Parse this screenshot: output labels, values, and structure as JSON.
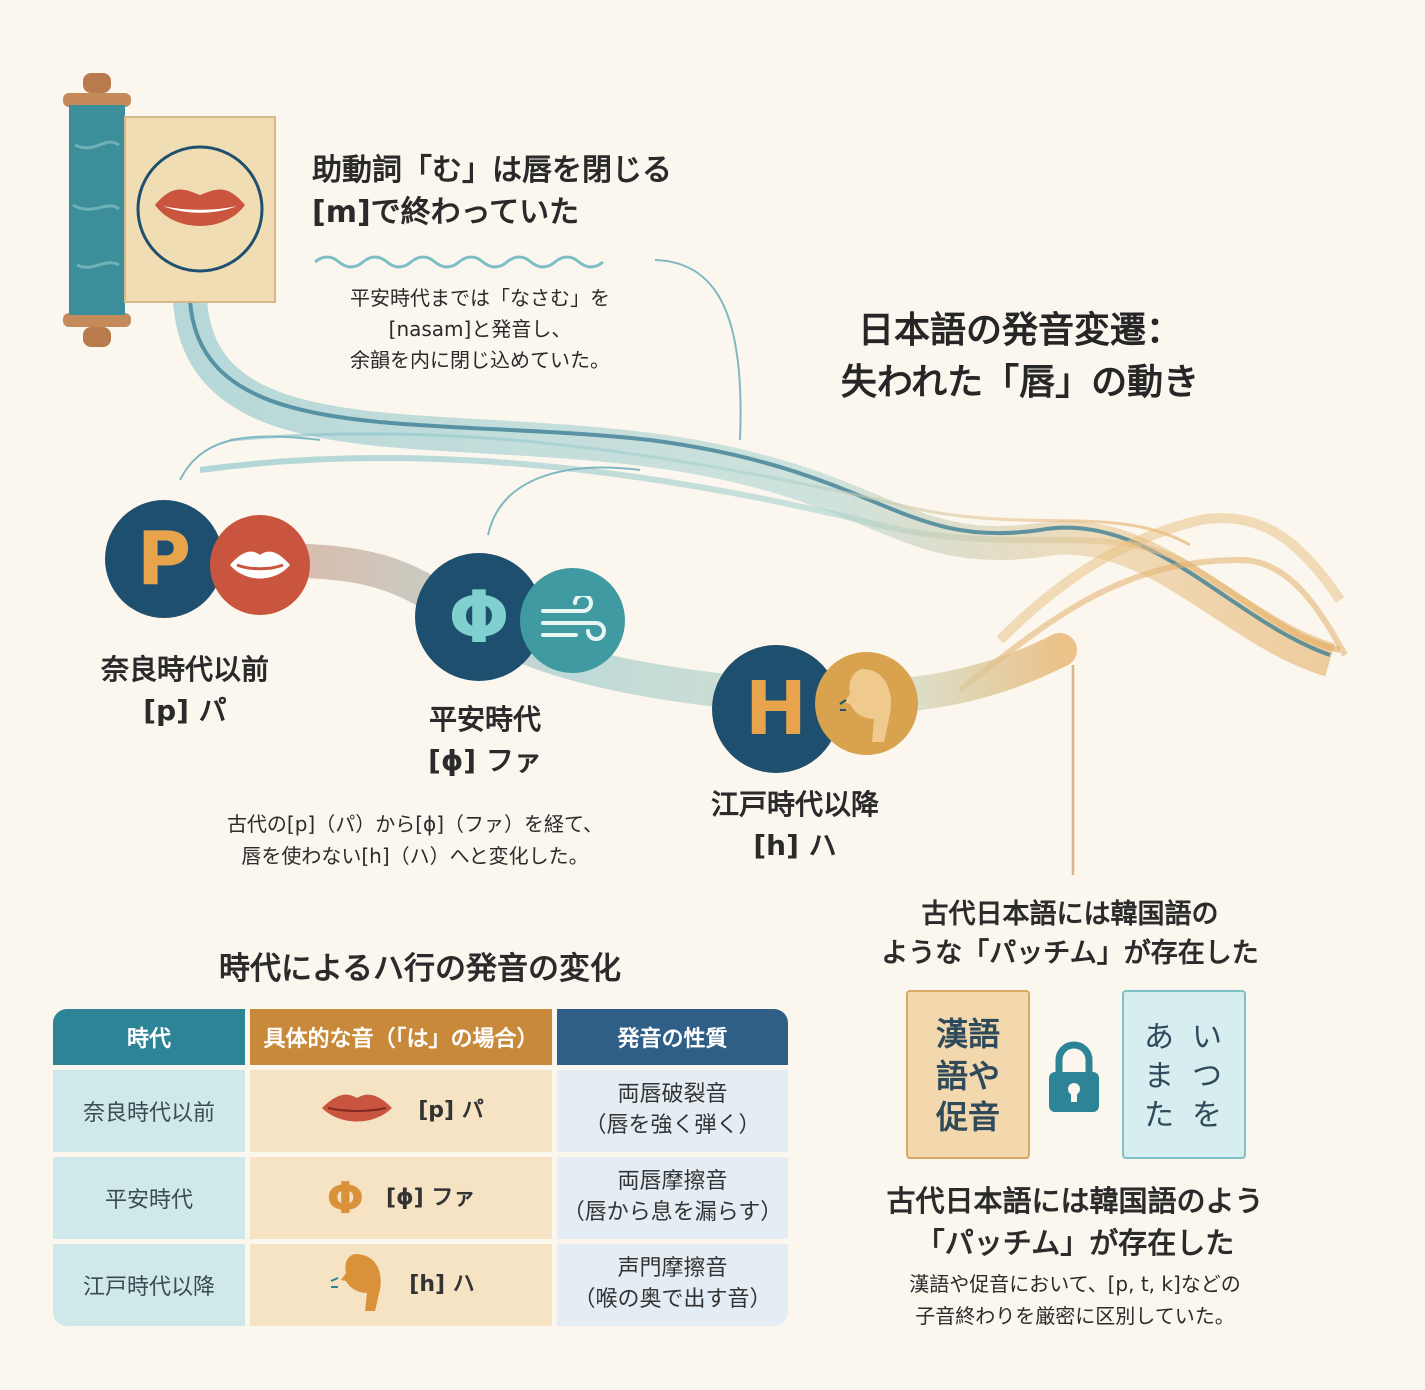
{
  "title": {
    "line1": "日本語の発音変遷：",
    "line2": "失われた「唇」の動き"
  },
  "mu_section": {
    "heading_line1": "助動詞「む」は唇を閉じる",
    "heading_line2": "[m]で終わっていた",
    "note_line1": "平安時代までは「なさむ」を",
    "note_line2": "[nasam]と発音し、",
    "note_line3": "余韻を内に閉じ込めていた。"
  },
  "timeline": {
    "stages": [
      {
        "letter": "P",
        "era": "奈良時代以前",
        "sound": "[p] パ",
        "icon": "lips-icon"
      },
      {
        "letter": "Φ",
        "era": "平安時代",
        "sound": "[ɸ] ファ",
        "icon": "wind-icon"
      },
      {
        "letter": "H",
        "era": "江戸時代以降",
        "sound": "[h] ハ",
        "icon": "throat-icon"
      }
    ],
    "note_line1": "古代の[p]（パ）から[ɸ]（ファ）を経て、",
    "note_line2": "唇を使わない[h]（ハ）へと変化した。"
  },
  "table": {
    "title": "時代によるハ行の発音の変化",
    "headers": [
      "時代",
      "具体的な音（「は」の場合）",
      "発音の性質"
    ],
    "rows": [
      {
        "era": "奈良時代以前",
        "symbol": "",
        "sound": "[p] パ",
        "q1": "両唇破裂音",
        "q2": "（唇を強く弾く）",
        "icon": "lips-icon"
      },
      {
        "era": "平安時代",
        "symbol": "Φ",
        "sound": "[ɸ] ファ",
        "q1": "両唇摩擦音",
        "q2": "（唇から息を漏らす）",
        "icon": "phi-icon"
      },
      {
        "era": "江戸時代以降",
        "symbol": "",
        "sound": "[h] ハ",
        "q1": "声門摩擦音",
        "q2": "（喉の奥で出す音）",
        "icon": "throat-icon"
      }
    ]
  },
  "batchim": {
    "heading_line1": "古代日本語には韓国語の",
    "heading_line2": "ような「パッチム」が存在した",
    "left_doc": {
      "line1": "漢語",
      "line2": "語や",
      "line3": "促音"
    },
    "right_doc": {
      "col1": [
        "あ",
        "ま",
        "た"
      ],
      "col2": [
        "い",
        "つ",
        "を"
      ]
    },
    "heading2_line1": "古代日本語には韓国語のよう",
    "heading2_line2": "「パッチム」が存在した",
    "note_line1": "漢語や促音において、[p, t, k]などの",
    "note_line2": "子音終わりを厳密に区別していた。"
  },
  "colors": {
    "teal": "#2e8497",
    "navy": "#1f4f6e",
    "orange": "#c9893b",
    "gold": "#e8a44c",
    "cream": "#fbf6ee"
  }
}
